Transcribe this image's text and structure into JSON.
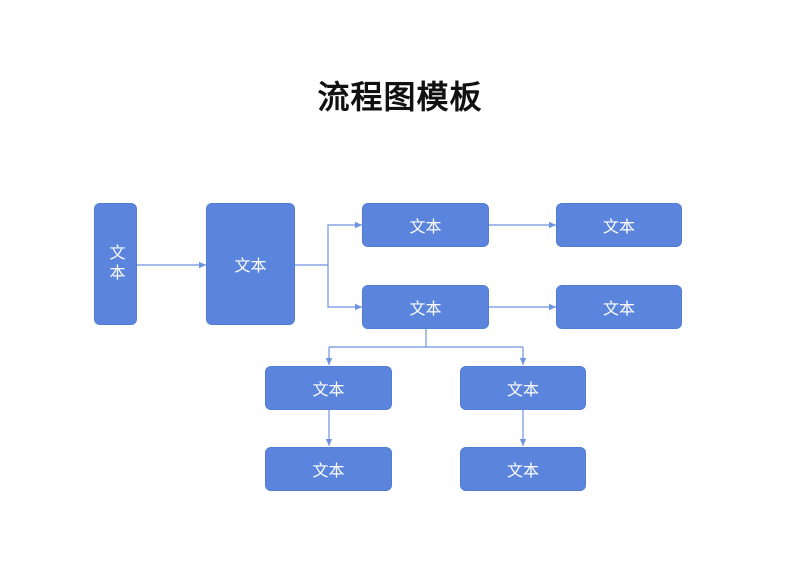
{
  "diagram": {
    "title": "流程图模板",
    "colors": {
      "node_fill": "#5b85dc",
      "connector": "#6e94e0"
    },
    "nodes": [
      {
        "id": "n1",
        "label": "文本"
      },
      {
        "id": "n2",
        "label": "文本"
      },
      {
        "id": "n3",
        "label": "文本"
      },
      {
        "id": "n4",
        "label": "文本"
      },
      {
        "id": "n5",
        "label": "文本"
      },
      {
        "id": "n6",
        "label": "文本"
      },
      {
        "id": "n7",
        "label": "文本"
      },
      {
        "id": "n8",
        "label": "文本"
      },
      {
        "id": "n9",
        "label": "文本"
      },
      {
        "id": "n10",
        "label": "文本"
      }
    ],
    "edges": [
      {
        "from": "n1",
        "to": "n2"
      },
      {
        "from": "n2",
        "to": "n3"
      },
      {
        "from": "n2",
        "to": "n5"
      },
      {
        "from": "n3",
        "to": "n4"
      },
      {
        "from": "n5",
        "to": "n6"
      },
      {
        "from": "n5",
        "to": "n7"
      },
      {
        "from": "n5",
        "to": "n8"
      },
      {
        "from": "n7",
        "to": "n9"
      },
      {
        "from": "n8",
        "to": "n10"
      }
    ]
  }
}
